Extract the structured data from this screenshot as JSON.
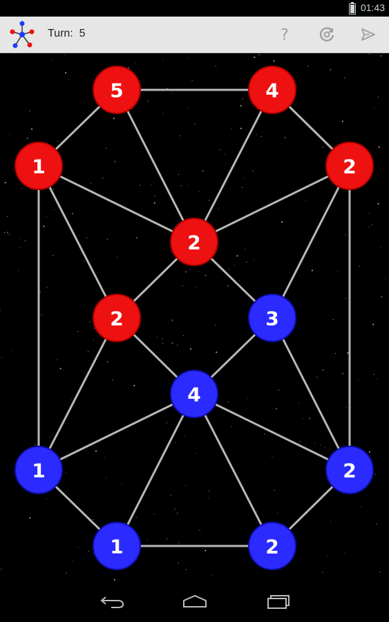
{
  "status": {
    "time": "01:43"
  },
  "header": {
    "turn_label": "Turn:",
    "turn_value": "5"
  },
  "icons": {
    "help": "help-icon",
    "restart": "restart-icon",
    "send": "send-icon",
    "back": "back-icon",
    "home": "home-icon",
    "recents": "recents-icon"
  },
  "colors": {
    "red": "#ee1111",
    "red_stroke": "#b00000",
    "blue": "#2b2bff",
    "blue_stroke": "#1010b0",
    "edge": "#b8b8b8",
    "background": "#000000"
  },
  "board": {
    "nodes": [
      {
        "id": "n1",
        "owner": "red",
        "value": "5"
      },
      {
        "id": "n2",
        "owner": "red",
        "value": "4"
      },
      {
        "id": "n3",
        "owner": "red",
        "value": "1"
      },
      {
        "id": "n4",
        "owner": "red",
        "value": "2"
      },
      {
        "id": "n5",
        "owner": "red",
        "value": "2"
      },
      {
        "id": "n6",
        "owner": "red",
        "value": "2"
      },
      {
        "id": "n7",
        "owner": "blue",
        "value": "3"
      },
      {
        "id": "n8",
        "owner": "blue",
        "value": "4"
      },
      {
        "id": "n9",
        "owner": "blue",
        "value": "1"
      },
      {
        "id": "n10",
        "owner": "blue",
        "value": "2"
      },
      {
        "id": "n11",
        "owner": "blue",
        "value": "1"
      },
      {
        "id": "n12",
        "owner": "blue",
        "value": "2"
      }
    ],
    "edges": [
      [
        "n1",
        "n2"
      ],
      [
        "n1",
        "n3"
      ],
      [
        "n1",
        "n5"
      ],
      [
        "n2",
        "n4"
      ],
      [
        "n2",
        "n5"
      ],
      [
        "n3",
        "n5"
      ],
      [
        "n3",
        "n6"
      ],
      [
        "n3",
        "n9"
      ],
      [
        "n4",
        "n5"
      ],
      [
        "n4",
        "n7"
      ],
      [
        "n4",
        "n10"
      ],
      [
        "n5",
        "n6"
      ],
      [
        "n5",
        "n7"
      ],
      [
        "n6",
        "n8"
      ],
      [
        "n6",
        "n9"
      ],
      [
        "n7",
        "n8"
      ],
      [
        "n7",
        "n10"
      ],
      [
        "n8",
        "n9"
      ],
      [
        "n8",
        "n10"
      ],
      [
        "n8",
        "n11"
      ],
      [
        "n8",
        "n12"
      ],
      [
        "n9",
        "n11"
      ],
      [
        "n10",
        "n12"
      ],
      [
        "n11",
        "n12"
      ]
    ]
  }
}
